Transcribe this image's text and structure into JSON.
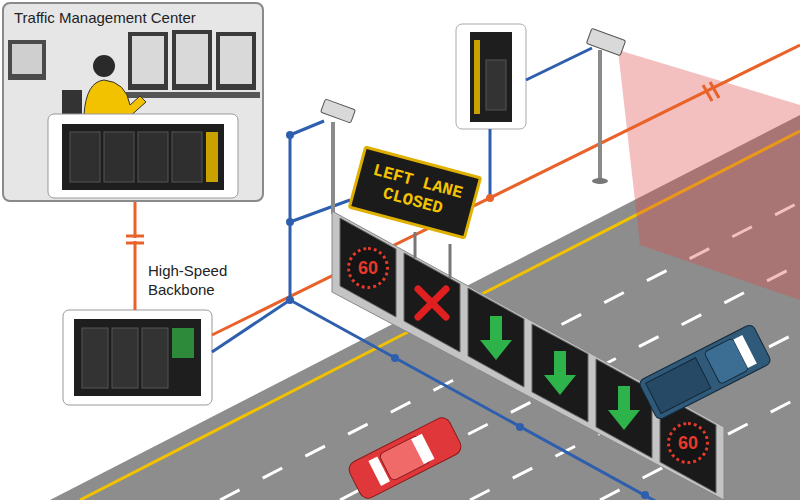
{
  "diagram": {
    "nodes": [
      {
        "text": [
          "Traffic Management Center"
        ]
      },
      {
        "text": [
          "LEFT LANE CLOSED"
        ]
      },
      {
        "text": [
          "60"
        ]
      },
      {
        "text": [
          "60"
        ]
      }
    ],
    "labels": [
      "High-Speed Backbone"
    ]
  }
}
